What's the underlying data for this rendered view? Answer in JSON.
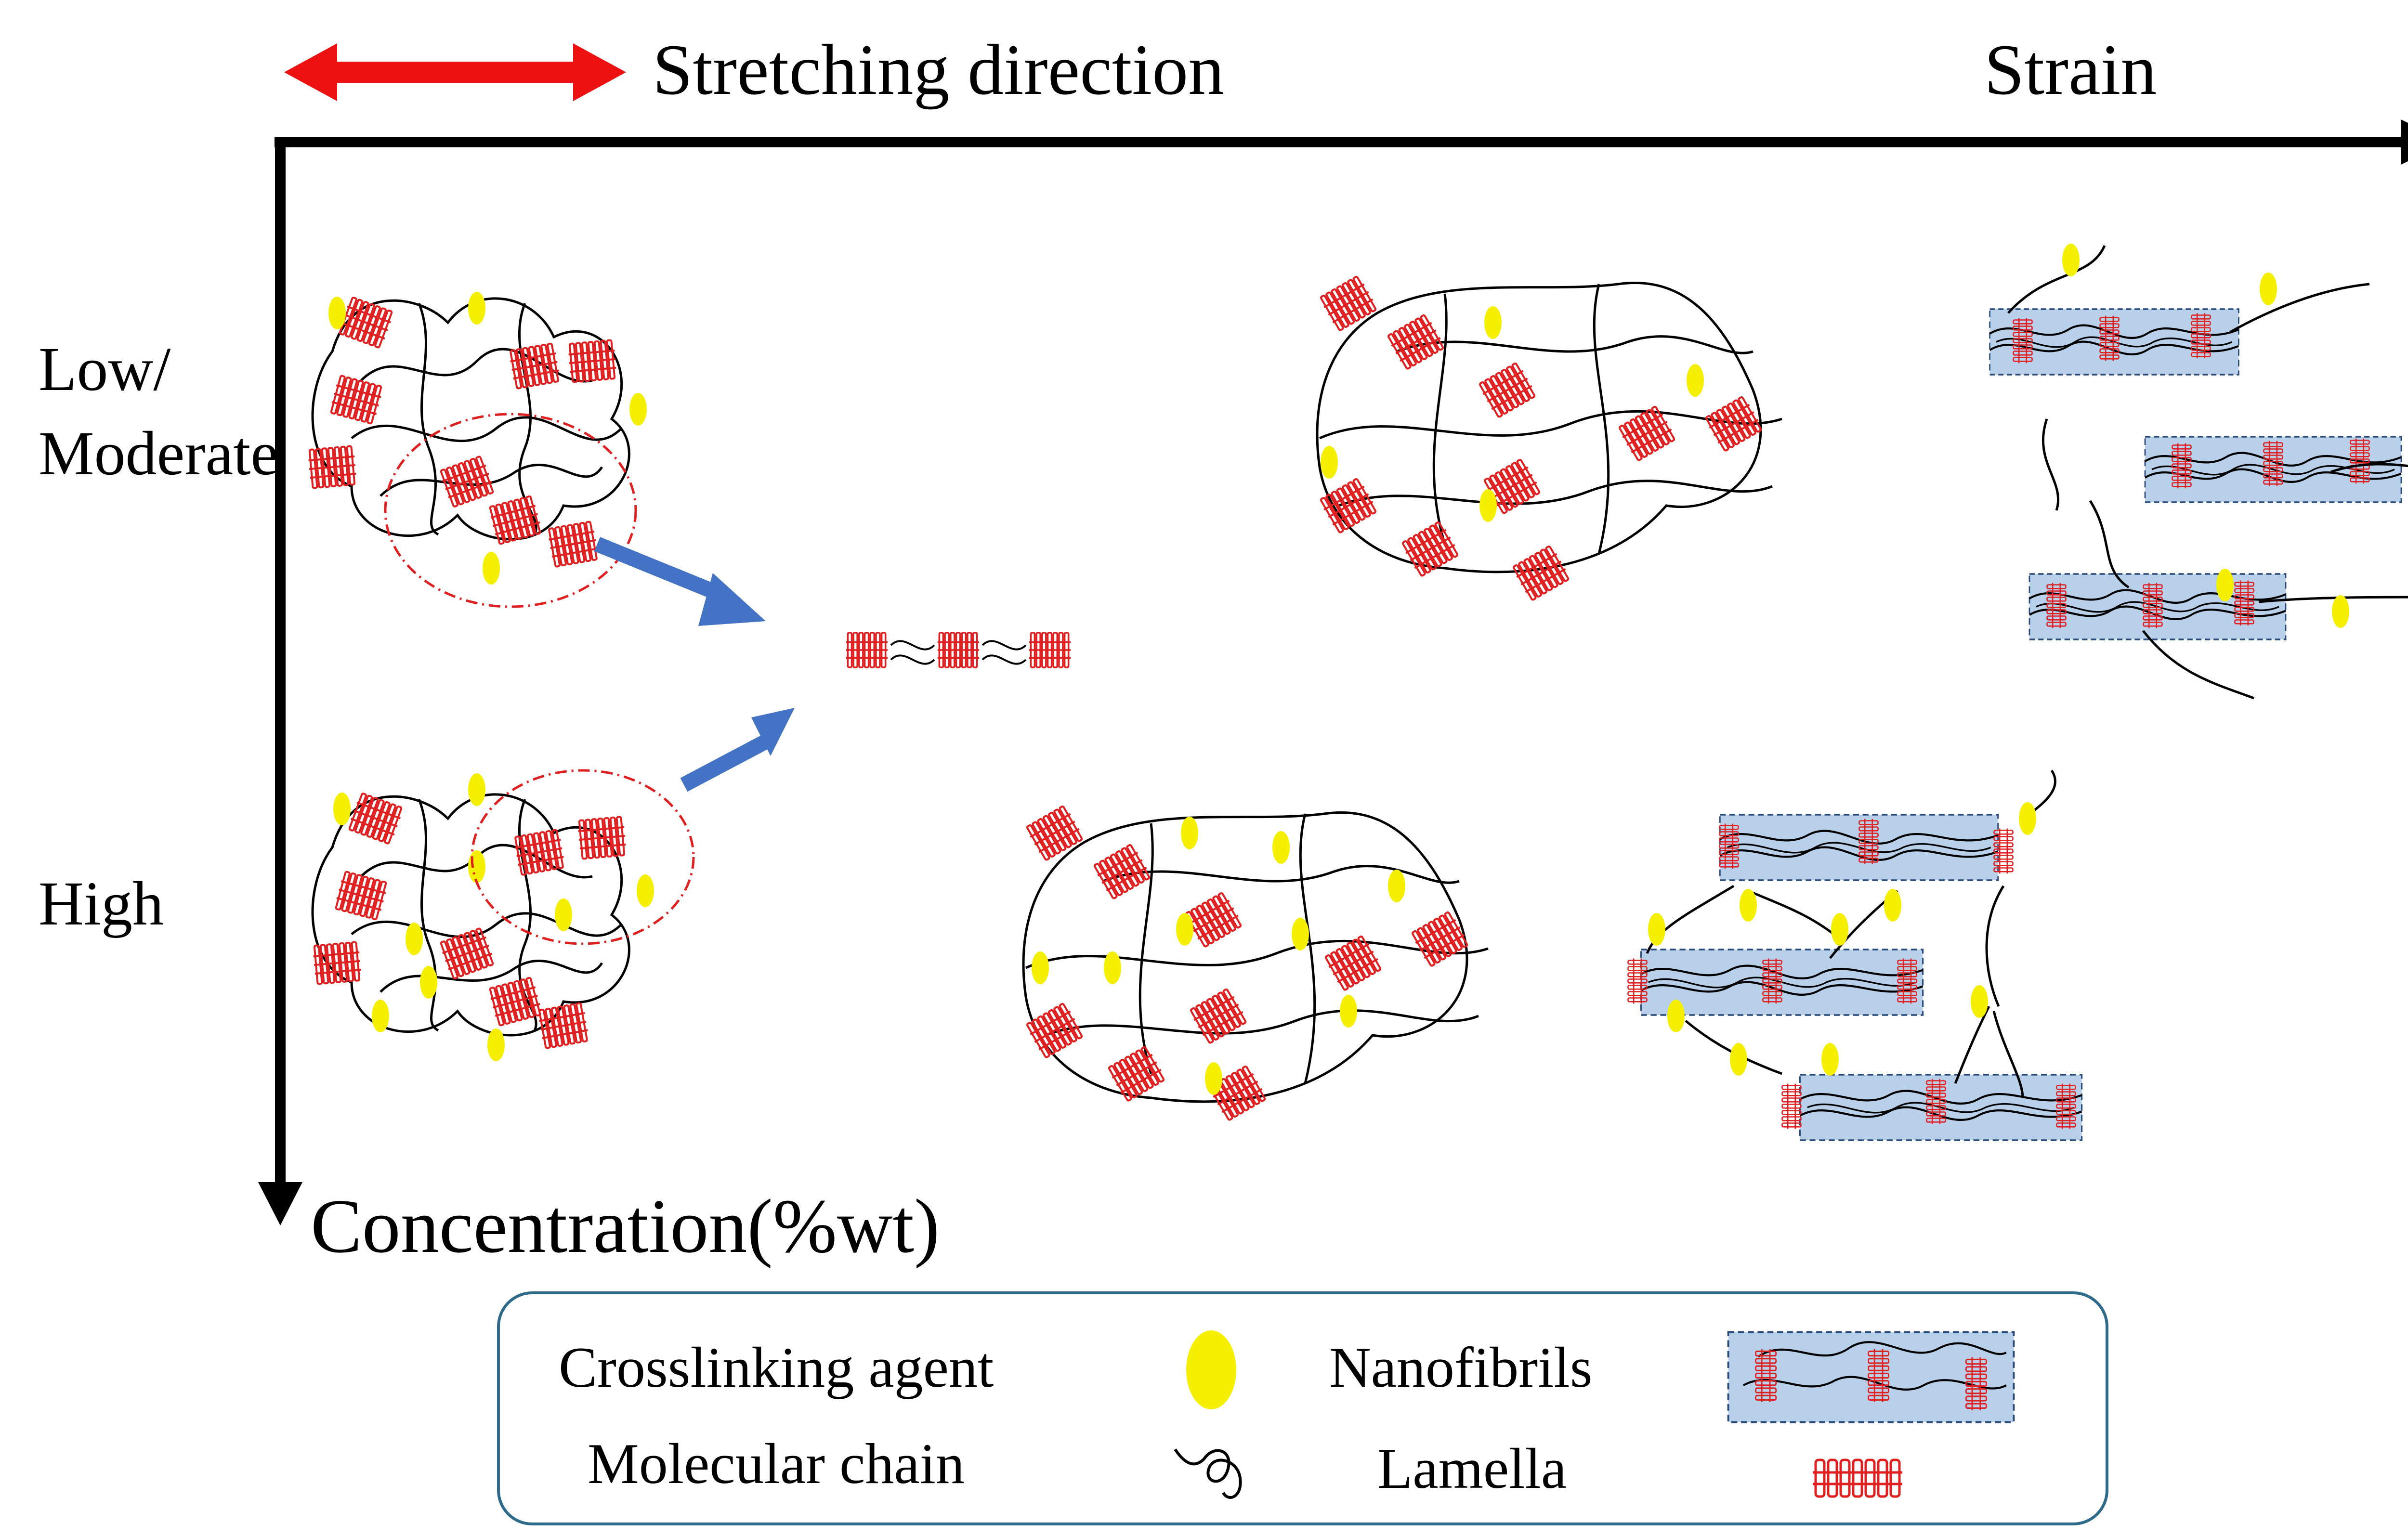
{
  "header": {
    "stretching_label": "Stretching direction",
    "strain_label": "Strain"
  },
  "axes": {
    "y_label": "Concentration(%wt)"
  },
  "rows": {
    "low_line1": "Low/",
    "low_line2": "Moderate",
    "high": "High"
  },
  "legend": {
    "crosslinking_agent": "Crosslinking agent",
    "molecular_chain": "Molecular chain",
    "nanofibrils": "Nanofibrils",
    "lamella": "Lamella"
  },
  "colors": {
    "axis": "#000000",
    "stretch_arrow": "#ee1111",
    "flow_arrow": "#4472c4",
    "crosslinker": "#f5f000",
    "lamella": "#e02020",
    "fibril_fill": "#b8d0ea",
    "fibril_border": "#2a4a7a",
    "cluster_circle": "#e02020",
    "legend_border": "#2e6b8a"
  },
  "icons": {
    "crosslinker": "yellow-ellipse-icon",
    "molecular_chain": "coiled-chain-icon",
    "lamella": "red-lamella-stack-icon",
    "nanofibril": "nanofibril-bundle-icon"
  }
}
